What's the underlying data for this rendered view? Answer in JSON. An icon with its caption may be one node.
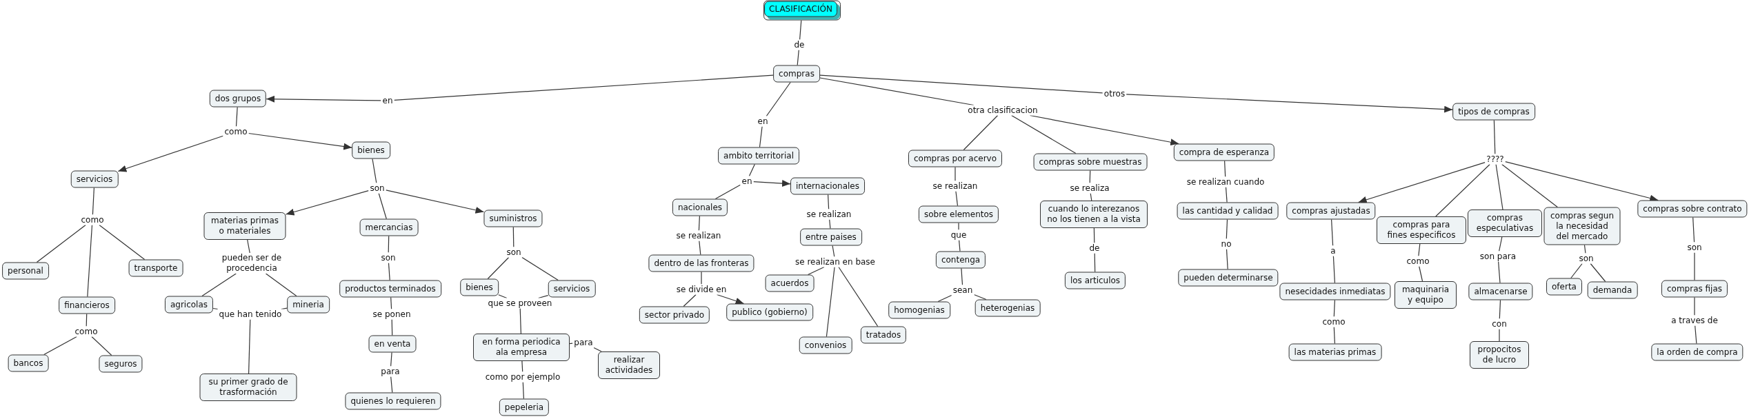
{
  "diagram": {
    "nodes": [
      {
        "text": [
          "CLASIFICACIÓN"
        ]
      },
      {
        "text": [
          "de"
        ]
      },
      {
        "text": [
          "compras"
        ]
      },
      {
        "text": [
          "en"
        ]
      },
      {
        "text": [
          "dos grupos"
        ]
      },
      {
        "text": [
          "como"
        ]
      },
      {
        "text": [
          "servicios"
        ]
      },
      {
        "text": [
          "bienes"
        ]
      },
      {
        "text": [
          "como"
        ]
      },
      {
        "text": [
          "personal"
        ]
      },
      {
        "text": [
          "transporte"
        ]
      },
      {
        "text": [
          "financieros"
        ]
      },
      {
        "text": [
          "como"
        ]
      },
      {
        "text": [
          "bancos"
        ]
      },
      {
        "text": [
          "seguros"
        ]
      },
      {
        "text": [
          "son"
        ]
      },
      {
        "text": [
          "materias primas o materiales"
        ]
      },
      {
        "text": [
          "mercancias"
        ]
      },
      {
        "text": [
          "suministros"
        ]
      },
      {
        "text": [
          "pueden ser de procedencia"
        ]
      },
      {
        "text": [
          "agricolas"
        ]
      },
      {
        "text": [
          "mineria"
        ]
      },
      {
        "text": [
          "que han tenido"
        ]
      },
      {
        "text": [
          "su primer grado de trasformación"
        ]
      },
      {
        "text": [
          "son"
        ]
      },
      {
        "text": [
          "productos terminados"
        ]
      },
      {
        "text": [
          "se ponen"
        ]
      },
      {
        "text": [
          "en venta"
        ]
      },
      {
        "text": [
          "para"
        ]
      },
      {
        "text": [
          "quienes lo requieren"
        ]
      },
      {
        "text": [
          "son"
        ]
      },
      {
        "text": [
          "bienes"
        ]
      },
      {
        "text": [
          "servicios"
        ]
      },
      {
        "text": [
          "que se proveen"
        ]
      },
      {
        "text": [
          "en forma periodica ala empresa"
        ]
      },
      {
        "text": [
          "para"
        ]
      },
      {
        "text": [
          "realizar actividades"
        ]
      },
      {
        "text": [
          "como por ejemplo"
        ]
      },
      {
        "text": [
          "pepeleria"
        ]
      },
      {
        "text": [
          "en"
        ]
      },
      {
        "text": [
          "ambito territorial"
        ]
      },
      {
        "text": [
          "en"
        ]
      },
      {
        "text": [
          "nacionales"
        ]
      },
      {
        "text": [
          "internacionales"
        ]
      },
      {
        "text": [
          "se realizan"
        ]
      },
      {
        "text": [
          "dentro de las fronteras"
        ]
      },
      {
        "text": [
          "se divide en"
        ]
      },
      {
        "text": [
          "sector privado"
        ]
      },
      {
        "text": [
          "publico (gobierno)"
        ]
      },
      {
        "text": [
          "se realizan"
        ]
      },
      {
        "text": [
          "entre paises"
        ]
      },
      {
        "text": [
          "se realizan en base"
        ]
      },
      {
        "text": [
          "acuerdos"
        ]
      },
      {
        "text": [
          "convenios"
        ]
      },
      {
        "text": [
          "tratados"
        ]
      },
      {
        "text": [
          "otra clasificacion"
        ]
      },
      {
        "text": [
          "compras por acervo"
        ]
      },
      {
        "text": [
          "compras sobre muestras"
        ]
      },
      {
        "text": [
          "compra de esperanza"
        ]
      },
      {
        "text": [
          "se realizan"
        ]
      },
      {
        "text": [
          "sobre elementos"
        ]
      },
      {
        "text": [
          "que"
        ]
      },
      {
        "text": [
          "contenga"
        ]
      },
      {
        "text": [
          "sean"
        ]
      },
      {
        "text": [
          "homogenias"
        ]
      },
      {
        "text": [
          "heterogenias"
        ]
      },
      {
        "text": [
          "se realiza"
        ]
      },
      {
        "text": [
          "cuando lo interezanos no los tienen a la vista"
        ]
      },
      {
        "text": [
          "de"
        ]
      },
      {
        "text": [
          "los articulos"
        ]
      },
      {
        "text": [
          "se realizan cuando"
        ]
      },
      {
        "text": [
          "las cantidad y calidad"
        ]
      },
      {
        "text": [
          "no"
        ]
      },
      {
        "text": [
          "pueden determinarse"
        ]
      },
      {
        "text": [
          "otros"
        ]
      },
      {
        "text": [
          "tipos de compras"
        ]
      },
      {
        "text": [
          "????"
        ]
      },
      {
        "text": [
          "compras ajustadas"
        ]
      },
      {
        "text": [
          "compras para fines especificos"
        ]
      },
      {
        "text": [
          "compras especulativas"
        ]
      },
      {
        "text": [
          "compras segun la necesidad del mercado"
        ]
      },
      {
        "text": [
          "compras sobre contrato"
        ]
      },
      {
        "text": [
          "a"
        ]
      },
      {
        "text": [
          "nesecidades inmediatas"
        ]
      },
      {
        "text": [
          "como"
        ]
      },
      {
        "text": [
          "las materias primas"
        ]
      },
      {
        "text": [
          "como"
        ]
      },
      {
        "text": [
          "maquinaria y equipo"
        ]
      },
      {
        "text": [
          "son para"
        ]
      },
      {
        "text": [
          "almacenarse"
        ]
      },
      {
        "text": [
          "con"
        ]
      },
      {
        "text": [
          "propocitos de lucro"
        ]
      },
      {
        "text": [
          "son"
        ]
      },
      {
        "text": [
          "oferta"
        ]
      },
      {
        "text": [
          "demanda"
        ]
      },
      {
        "text": [
          "son"
        ]
      },
      {
        "text": [
          "compras fijas"
        ]
      },
      {
        "text": [
          "a traves de"
        ]
      },
      {
        "text": [
          "la orden de compra"
        ]
      }
    ],
    "edges": [
      {
        "from": 0,
        "to": 1,
        "arrow": "none"
      },
      {
        "from": 1,
        "to": 2,
        "arrow": "none"
      },
      {
        "from": 2,
        "to": 3,
        "arrow": "none"
      },
      {
        "from": 3,
        "to": 4,
        "arrow": "to"
      },
      {
        "from": 4,
        "to": 5,
        "arrow": "none"
      },
      {
        "from": 5,
        "to": 6,
        "arrow": "to"
      },
      {
        "from": 5,
        "to": 7,
        "arrow": "to"
      },
      {
        "from": 6,
        "to": 8,
        "arrow": "none"
      },
      {
        "from": 8,
        "to": 9,
        "arrow": "none"
      },
      {
        "from": 8,
        "to": 10,
        "arrow": "none"
      },
      {
        "from": 8,
        "to": 11,
        "arrow": "none"
      },
      {
        "from": 11,
        "to": 12,
        "arrow": "none"
      },
      {
        "from": 12,
        "to": 13,
        "arrow": "none"
      },
      {
        "from": 12,
        "to": 14,
        "arrow": "none"
      },
      {
        "from": 7,
        "to": 15,
        "arrow": "none"
      },
      {
        "from": 15,
        "to": 16,
        "arrow": "to"
      },
      {
        "from": 15,
        "to": 17,
        "arrow": "none"
      },
      {
        "from": 15,
        "to": 18,
        "arrow": "to"
      },
      {
        "from": 16,
        "to": 19,
        "arrow": "none"
      },
      {
        "from": 19,
        "to": 20,
        "arrow": "none"
      },
      {
        "from": 19,
        "to": 21,
        "arrow": "none"
      },
      {
        "from": 20,
        "to": 22,
        "arrow": "none"
      },
      {
        "from": 21,
        "to": 22,
        "arrow": "none"
      },
      {
        "from": 22,
        "to": 23,
        "arrow": "none"
      },
      {
        "from": 17,
        "to": 24,
        "arrow": "none"
      },
      {
        "from": 24,
        "to": 25,
        "arrow": "none"
      },
      {
        "from": 25,
        "to": 26,
        "arrow": "none"
      },
      {
        "from": 26,
        "to": 27,
        "arrow": "none"
      },
      {
        "from": 27,
        "to": 28,
        "arrow": "none"
      },
      {
        "from": 28,
        "to": 29,
        "arrow": "none"
      },
      {
        "from": 18,
        "to": 30,
        "arrow": "none"
      },
      {
        "from": 30,
        "to": 31,
        "arrow": "none"
      },
      {
        "from": 30,
        "to": 32,
        "arrow": "none"
      },
      {
        "from": 31,
        "to": 33,
        "arrow": "none"
      },
      {
        "from": 32,
        "to": 33,
        "arrow": "none"
      },
      {
        "from": 33,
        "to": 34,
        "arrow": "none"
      },
      {
        "from": 34,
        "to": 35,
        "arrow": "none"
      },
      {
        "from": 35,
        "to": 36,
        "arrow": "none"
      },
      {
        "from": 34,
        "to": 37,
        "arrow": "none"
      },
      {
        "from": 37,
        "to": 38,
        "arrow": "none"
      },
      {
        "from": 2,
        "to": 39,
        "arrow": "none"
      },
      {
        "from": 39,
        "to": 40,
        "arrow": "none"
      },
      {
        "from": 40,
        "to": 41,
        "arrow": "none"
      },
      {
        "from": 41,
        "to": 42,
        "arrow": "none"
      },
      {
        "from": 41,
        "to": 43,
        "arrow": "to"
      },
      {
        "from": 42,
        "to": 44,
        "arrow": "none"
      },
      {
        "from": 44,
        "to": 45,
        "arrow": "none"
      },
      {
        "from": 45,
        "to": 46,
        "arrow": "none"
      },
      {
        "from": 46,
        "to": 47,
        "arrow": "none"
      },
      {
        "from": 46,
        "to": 48,
        "arrow": "to"
      },
      {
        "from": 43,
        "to": 49,
        "arrow": "none"
      },
      {
        "from": 49,
        "to": 50,
        "arrow": "none"
      },
      {
        "from": 50,
        "to": 51,
        "arrow": "none"
      },
      {
        "from": 51,
        "to": 52,
        "arrow": "none"
      },
      {
        "from": 51,
        "to": 53,
        "arrow": "none"
      },
      {
        "from": 51,
        "to": 54,
        "arrow": "none"
      },
      {
        "from": 2,
        "to": 55,
        "arrow": "none"
      },
      {
        "from": 55,
        "to": 56,
        "arrow": "none"
      },
      {
        "from": 55,
        "to": 57,
        "arrow": "none"
      },
      {
        "from": 55,
        "to": 58,
        "arrow": "to"
      },
      {
        "from": 56,
        "to": 59,
        "arrow": "none"
      },
      {
        "from": 59,
        "to": 60,
        "arrow": "none"
      },
      {
        "from": 60,
        "to": 61,
        "arrow": "none"
      },
      {
        "from": 61,
        "to": 62,
        "arrow": "none"
      },
      {
        "from": 62,
        "to": 63,
        "arrow": "none"
      },
      {
        "from": 63,
        "to": 64,
        "arrow": "none"
      },
      {
        "from": 63,
        "to": 65,
        "arrow": "none"
      },
      {
        "from": 57,
        "to": 66,
        "arrow": "none"
      },
      {
        "from": 66,
        "to": 67,
        "arrow": "none"
      },
      {
        "from": 67,
        "to": 68,
        "arrow": "none"
      },
      {
        "from": 68,
        "to": 69,
        "arrow": "none"
      },
      {
        "from": 58,
        "to": 70,
        "arrow": "none"
      },
      {
        "from": 70,
        "to": 71,
        "arrow": "none"
      },
      {
        "from": 71,
        "to": 72,
        "arrow": "none"
      },
      {
        "from": 72,
        "to": 73,
        "arrow": "none"
      },
      {
        "from": 2,
        "to": 74,
        "arrow": "none"
      },
      {
        "from": 74,
        "to": 75,
        "arrow": "to"
      },
      {
        "from": 75,
        "to": 76,
        "arrow": "none"
      },
      {
        "from": 76,
        "to": 77,
        "arrow": "to"
      },
      {
        "from": 76,
        "to": 78,
        "arrow": "none"
      },
      {
        "from": 76,
        "to": 79,
        "arrow": "none"
      },
      {
        "from": 76,
        "to": 80,
        "arrow": "none"
      },
      {
        "from": 76,
        "to": 81,
        "arrow": "to"
      },
      {
        "from": 77,
        "to": 82,
        "arrow": "none"
      },
      {
        "from": 82,
        "to": 83,
        "arrow": "none"
      },
      {
        "from": 83,
        "to": 84,
        "arrow": "none"
      },
      {
        "from": 84,
        "to": 85,
        "arrow": "none"
      },
      {
        "from": 78,
        "to": 86,
        "arrow": "none"
      },
      {
        "from": 86,
        "to": 87,
        "arrow": "none"
      },
      {
        "from": 79,
        "to": 88,
        "arrow": "none"
      },
      {
        "from": 88,
        "to": 89,
        "arrow": "none"
      },
      {
        "from": 89,
        "to": 90,
        "arrow": "none"
      },
      {
        "from": 90,
        "to": 91,
        "arrow": "none"
      },
      {
        "from": 80,
        "to": 92,
        "arrow": "none"
      },
      {
        "from": 92,
        "to": 93,
        "arrow": "none"
      },
      {
        "from": 92,
        "to": 94,
        "arrow": "none"
      },
      {
        "from": 81,
        "to": 95,
        "arrow": "none"
      },
      {
        "from": 95,
        "to": 96,
        "arrow": "none"
      },
      {
        "from": 96,
        "to": 97,
        "arrow": "none"
      },
      {
        "from": 97,
        "to": 98,
        "arrow": "none"
      }
    ]
  }
}
